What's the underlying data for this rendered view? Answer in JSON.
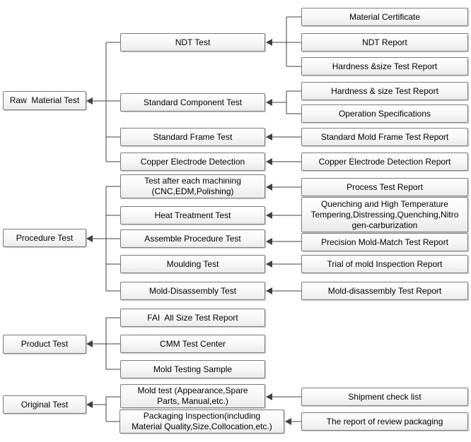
{
  "diagram": {
    "categories": [
      {
        "label": "Raw  Material Test"
      },
      {
        "label": "Procedure Test"
      },
      {
        "label": "Product Test"
      },
      {
        "label": "Original Test"
      }
    ],
    "tests": [
      {
        "label": "NDT Test"
      },
      {
        "label": "Standard Component Test"
      },
      {
        "label": "Standard Frame Test"
      },
      {
        "label": "Copper Electrode Detection"
      },
      {
        "label": [
          "Test after each machining",
          "(CNC,EDM,Polishing)"
        ]
      },
      {
        "label": "Heat Treatment Test"
      },
      {
        "label": "Assemble Procedure Test"
      },
      {
        "label": "Moulding Test"
      },
      {
        "label": "Mold-Disassembly Test"
      },
      {
        "label": "FAI  All Size Test Report"
      },
      {
        "label": "CMM Test Center"
      },
      {
        "label": "Mold Testing Sample"
      },
      {
        "label": [
          "Mold test (Appearance,Spare",
          "Parts, Manual,etc.)"
        ]
      },
      {
        "label": [
          "Packaging Inspection(including",
          "Material Quality,Size,Collocation,etc.)"
        ]
      }
    ],
    "reports": [
      {
        "label": "Material Certificate"
      },
      {
        "label": "NDT Report"
      },
      {
        "label": "Hardness &size Test Report"
      },
      {
        "label": "Hardness & size Test Report"
      },
      {
        "label": "Operation Specifications"
      },
      {
        "label": "Standard Mold Frame Test Report"
      },
      {
        "label": "Copper Electrode Detection Report"
      },
      {
        "label": "Process Test Report"
      },
      {
        "label": [
          "Quenching and High Temperature",
          "Tempering,Distressing,Quenching,Nitro",
          "gen-carburization"
        ]
      },
      {
        "label": "Precision Mold-Match Test Report"
      },
      {
        "label": "Trial of mold Inspection Report"
      },
      {
        "label": "Mold-disassembly Test Report"
      },
      {
        "label": "Shipment check list"
      },
      {
        "label": "The report of review packaging"
      }
    ],
    "edges": {
      "direction": "right-to-left arrows",
      "report_to_test": [
        [
          0,
          0
        ],
        [
          1,
          0
        ],
        [
          2,
          0
        ],
        [
          3,
          1
        ],
        [
          4,
          1
        ],
        [
          5,
          2
        ],
        [
          6,
          3
        ],
        [
          7,
          4
        ],
        [
          8,
          5
        ],
        [
          9,
          6
        ],
        [
          10,
          7
        ],
        [
          11,
          8
        ],
        [
          12,
          12
        ],
        [
          13,
          13
        ]
      ],
      "test_to_category": [
        [
          0,
          0
        ],
        [
          1,
          0
        ],
        [
          2,
          0
        ],
        [
          3,
          0
        ],
        [
          4,
          1
        ],
        [
          5,
          1
        ],
        [
          6,
          1
        ],
        [
          7,
          1
        ],
        [
          8,
          1
        ],
        [
          9,
          2
        ],
        [
          10,
          2
        ],
        [
          11,
          2
        ],
        [
          12,
          3
        ],
        [
          13,
          3
        ]
      ]
    },
    "colors": {
      "box_border": "#7b7b7b",
      "box_fill_top": "#ffffff",
      "box_fill_bottom": "#ebebeb",
      "line": "#404040",
      "text": "#000000"
    }
  }
}
